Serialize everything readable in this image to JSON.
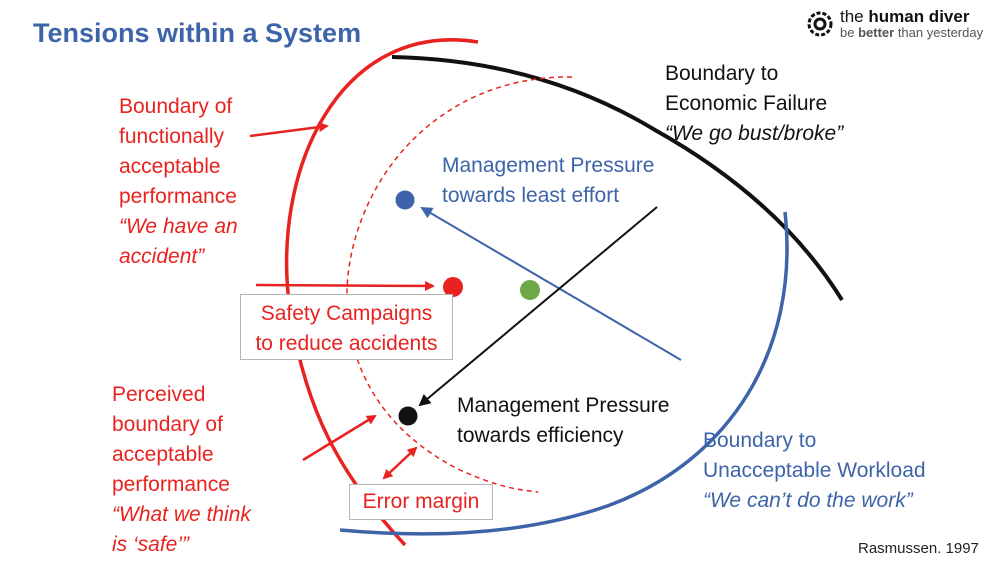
{
  "title": "Tensions within a System",
  "logo": {
    "line1_pre": "the ",
    "line1_bold": "human diver",
    "line2_pre": "be ",
    "line2_bold": "better",
    "line2_post": " than yesterday",
    "icon": "diver-helmet-icon"
  },
  "labels": {
    "functional": {
      "lines": [
        "Boundary of",
        "functionally",
        "acceptable",
        "performance"
      ],
      "quote_lines": [
        "“We have an",
        "accident”"
      ]
    },
    "perceived": {
      "lines": [
        "Perceived",
        "boundary of",
        "acceptable",
        "performance"
      ],
      "quote_lines": [
        "“What we think",
        "is ‘safe’”"
      ]
    },
    "economic": {
      "lines": [
        "Boundary to",
        "Economic Failure"
      ],
      "quote": "“We go bust/broke”"
    },
    "workload": {
      "lines": [
        "Boundary to",
        "Unacceptable Workload"
      ],
      "quote": "“We can’t do the work”"
    },
    "least_effort": [
      "Management Pressure",
      "towards least effort"
    ],
    "efficiency": [
      "Management Pressure",
      "towards efficiency"
    ],
    "safety_campaigns": [
      "Safety Campaigns",
      "to reduce accidents"
    ],
    "error_margin": "Error margin",
    "citation": "Rasmussen. 1997"
  },
  "colors": {
    "red": "#e8231f",
    "blue": "#3d64a8",
    "black": "#111111",
    "green": "#70a845"
  }
}
